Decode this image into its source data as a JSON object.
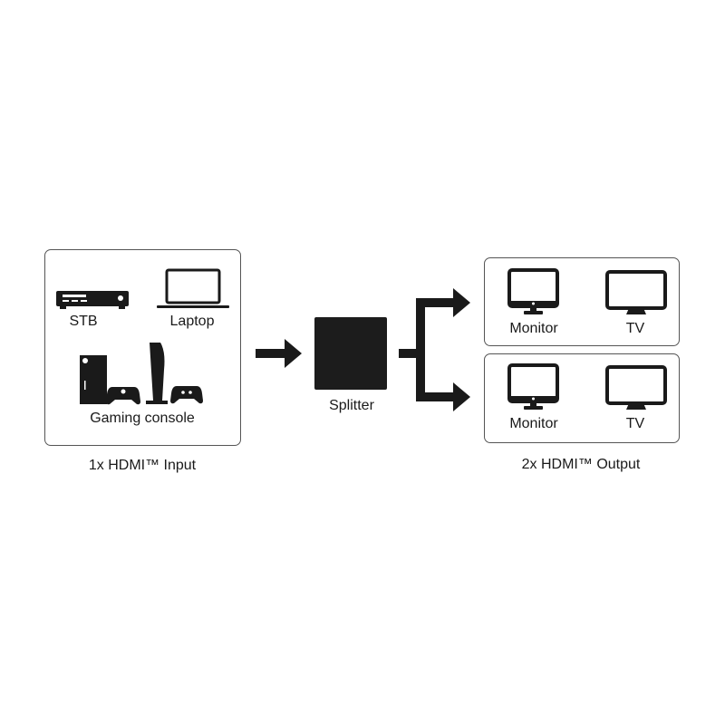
{
  "input": {
    "caption": "1x HDMI™ Input",
    "devices": {
      "stb": "STB",
      "laptop": "Laptop",
      "gaming": "Gaming console"
    }
  },
  "splitter": {
    "label": "Splitter"
  },
  "output": {
    "caption": "2x HDMI™ Output",
    "rows": [
      {
        "monitor": "Monitor",
        "tv": "TV"
      },
      {
        "monitor": "Monitor",
        "tv": "TV"
      }
    ]
  },
  "colors": {
    "ink": "#1a1a1a",
    "border": "#555555",
    "splitter": "#1c1c1c"
  }
}
